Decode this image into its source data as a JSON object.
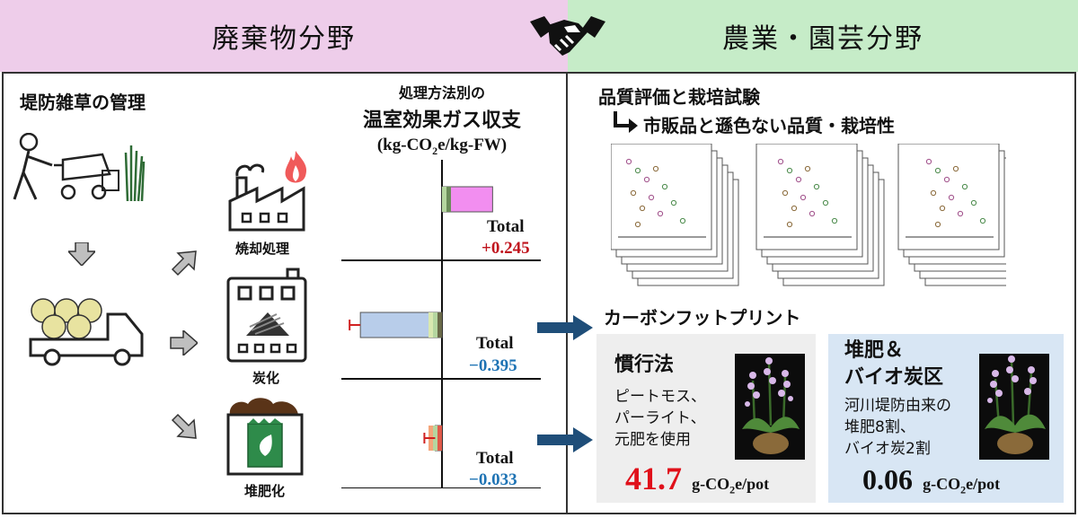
{
  "header": {
    "left_title": "廃棄物分野",
    "right_title": "農業・園芸分野",
    "left_bg": "#eecdea",
    "right_bg": "#c6ecc8"
  },
  "left": {
    "title": "堤防雑草の管理",
    "methods": [
      {
        "label": "焼却処理",
        "total_label": "Total",
        "total_value": "+0.245",
        "color": "#c0141d"
      },
      {
        "label": "炭化",
        "total_label": "Total",
        "total_value": "−0.395",
        "color": "#1e73b4"
      },
      {
        "label": "堆肥化",
        "total_label": "Total",
        "total_value": "−0.033",
        "color": "#1e73b4"
      }
    ],
    "chart_heading": {
      "line1": "処理方法別の",
      "line2": "温室効果ガス収支",
      "unit_prefix": "(kg-CO",
      "unit_sub": "2",
      "unit_suffix": "e/kg-FW)"
    }
  },
  "chart_data": {
    "type": "bar",
    "categories": [
      "焼却処理",
      "炭化",
      "堆肥化"
    ],
    "values": [
      0.245,
      -0.395,
      -0.033
    ],
    "ylabel": "(kg-CO2e/kg-FW)",
    "title": "処理方法別の 温室効果ガス収支"
  },
  "right": {
    "title": "品質評価と栽培試験",
    "subtitle": "市販品と遜色ない品質・栽培性",
    "footprint_title": "カーボンフットプリント",
    "conventional": {
      "title": "慣行法",
      "desc": [
        "ピートモス、",
        "パーライト、",
        "元肥を使用"
      ],
      "value": "41.7",
      "unit_prefix": "g-CO",
      "unit_sub": "2",
      "unit_suffix": "e/pot",
      "value_color": "#e0101a",
      "bg": "#eeeeee"
    },
    "compost": {
      "title_line1": "堆肥＆",
      "title_line2": "バイオ炭区",
      "desc": [
        "河川堤防由来の",
        "堆肥8割、",
        "バイオ炭2割"
      ],
      "value": "0.06",
      "unit_prefix": "g-CO",
      "unit_sub": "2",
      "unit_suffix": "e/pot",
      "value_color": "#111111",
      "bg": "#d8e6f4"
    }
  },
  "icons": [
    "handshake-icon",
    "worker-mower-icon",
    "grass-icon",
    "truck-icon",
    "factory-icon",
    "fire-icon",
    "carbonizer-icon",
    "compost-bag-icon",
    "arrow-icon"
  ]
}
